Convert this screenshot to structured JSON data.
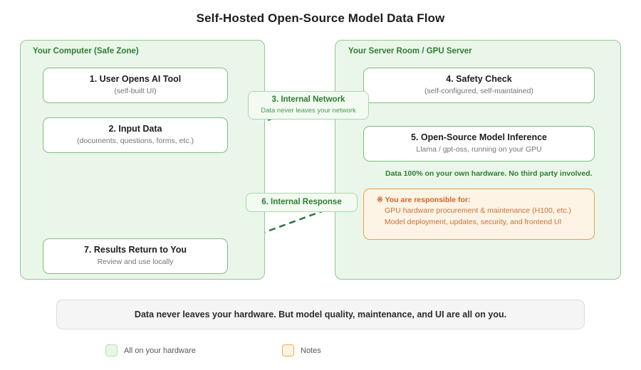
{
  "title": "Self-Hosted Open-Source Model Data Flow",
  "zones": {
    "left": {
      "label": "Your Computer (Safe Zone)"
    },
    "right": {
      "label": "Your Server Room / GPU Server"
    }
  },
  "steps": [
    {
      "id": "1",
      "title": "1. User Opens AI Tool",
      "subtitle": "(self-built UI)"
    },
    {
      "id": "2",
      "title": "2. Input Data",
      "subtitle": "(documents, questions, forms, etc.)"
    },
    {
      "id": "4",
      "title": "4. Safety Check",
      "subtitle": "(self-configured, self-maintained)"
    },
    {
      "id": "5",
      "title": "5. Open-Source Model Inference",
      "subtitle": "Llama / gpt-oss, running on your GPU"
    },
    {
      "id": "7",
      "title": "7. Results Return to You",
      "subtitle": "Review and use locally"
    }
  ],
  "badges": [
    {
      "id": "3",
      "title": "3. Internal Network",
      "subtitle": "Data never leaves your network"
    },
    {
      "id": "6",
      "title": "6. Internal Response",
      "subtitle": ""
    }
  ],
  "green_note": "Data 100% on your own hardware. No third party involved.",
  "warning": {
    "icon": "※",
    "heading": "You are responsible for:",
    "lines": [
      "GPU hardware procurement & maintenance (H100, etc.)",
      "Model deployment, updates, security, and frontend UI"
    ]
  },
  "footer": {
    "text": "Data never leaves your hardware. But model quality, maintenance, and UI are all on you."
  },
  "legend": [
    {
      "label": "All on your hardware",
      "color": "#e9f5e9"
    },
    {
      "label": "Notes",
      "color": "#fdf3e3"
    }
  ],
  "colors": {
    "zone_fill": "#eaf6ea",
    "zone_border": "#8fca8f",
    "box_border": "#7cc07c",
    "green_text": "#2f7d32",
    "dashed_edge": "#2f7a3f",
    "solid_arrow": "#55565a",
    "warn_border": "#eba33c",
    "warn_fill": "#fdf4e5",
    "warn_heading": "#d2622a"
  }
}
